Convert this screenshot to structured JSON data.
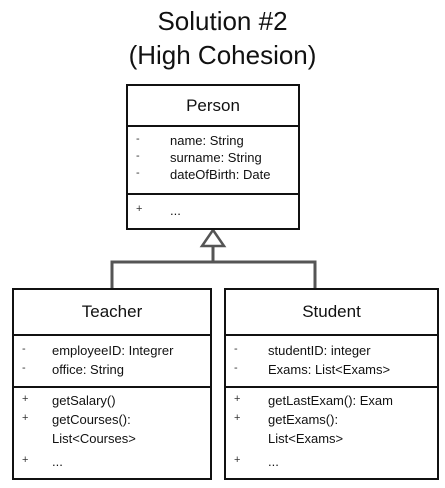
{
  "title": {
    "line1": "Solution #2",
    "line2": "(High Cohesion)"
  },
  "classes": {
    "person": {
      "name": "Person",
      "attributes": [
        {
          "vis": "-",
          "text": "name: String"
        },
        {
          "vis": "-",
          "text": "surname: String"
        },
        {
          "vis": "-",
          "text": "dateOfBirth: Date"
        }
      ],
      "methods": [
        {
          "vis": "+",
          "text": "..."
        }
      ]
    },
    "teacher": {
      "name": "Teacher",
      "attributes": [
        {
          "vis": "-",
          "text": "employeeID: Integrer"
        },
        {
          "vis": "-",
          "text": "office: String"
        }
      ],
      "methods": [
        {
          "vis": "+",
          "text": "getSalary()"
        },
        {
          "vis": "+",
          "text": "getCourses():"
        },
        {
          "vis": "",
          "text": "List<Courses>"
        },
        {
          "vis": "+",
          "text": "..."
        }
      ]
    },
    "student": {
      "name": "Student",
      "attributes": [
        {
          "vis": "-",
          "text": "studentID: integer"
        },
        {
          "vis": "-",
          "text": "Exams: List<Exams>"
        }
      ],
      "methods": [
        {
          "vis": "+",
          "text": "getLastExam(): Exam"
        },
        {
          "vis": "+",
          "text": "getExams():"
        },
        {
          "vis": "",
          "text": "List<Exams>"
        },
        {
          "vis": "+",
          "text": "..."
        }
      ]
    }
  }
}
